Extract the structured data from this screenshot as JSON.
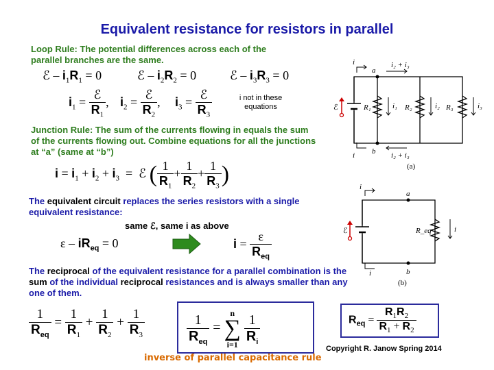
{
  "title": "Equivalent resistance for resistors in parallel",
  "loop_rule": "Loop Rule:  The potential differences across each of the parallel branches are the same.",
  "eq_loop": [
    "ℰ – i₁R₁ = 0",
    "ℰ – i₂R₂ = 0",
    "ℰ – i₃R₃ = 0"
  ],
  "eq_currents": [
    "i₁ = ℰ / R₁",
    "i₂ = ℰ / R₂",
    "i₃ = ℰ / R₃"
  ],
  "note_not_in": "i not in these equations",
  "junction_rule": "Junction Rule:  The sum of the currents flowing in equals the sum of the currents flowing out.  Combine equations for all the junctions at “a” (same at “b”)",
  "eq_junction": "i = i₁ + i₂ + i₃ = ℰ (1/R₁ + 1/R₂ + 1/R₃)",
  "equiv_text": {
    "part1": "The ",
    "part2": "equivalent circuit",
    "part3": " replaces the series resistors with a single equivalent resistance:"
  },
  "same_text": "same ℰ,  same i as above",
  "eq_equiv_loop": "ε – iR_eq = 0",
  "eq_equiv_current": "i = ε / R_eq",
  "reciprocal_text": {
    "p1": "The ",
    "p2": "reciprocal",
    "p3": " of the equivalent resistance for a parallel combination is the ",
    "p4": "sum",
    "p5": " of the individual ",
    "p6": "reciprocal",
    "p7": " resistances and is always smaller than any one of them."
  },
  "eq_reciprocal": "1/R_eq = 1/R₁ + 1/R₂ + 1/R₃",
  "eq_sum_box": "1/R_eq = Σ (i=1..n) 1/R_i",
  "eq_two_box": "R_eq = R₁R₂ / (R₁ + R₂)",
  "footer_rule": "inverse of parallel capacitance rule",
  "copyright": "Copyright R. Janow  Spring 2014",
  "circuit_a": {
    "label": "(a)",
    "labels": [
      "i",
      "a",
      "i₂ + i₃",
      "ℰ",
      "R₁",
      "i₁",
      "R₂",
      "i₂",
      "R₃",
      "i₃",
      "i",
      "b",
      "i₂ + i₃"
    ]
  },
  "circuit_b": {
    "label": "(b)",
    "labels": [
      "i",
      "a",
      "ℰ",
      "R_eq",
      "i",
      "i",
      "b"
    ]
  },
  "colors": {
    "title": "#1a1aa8",
    "green": "#2e7d1e",
    "orange": "#d96a00",
    "arrow": "#2e8b1e"
  }
}
